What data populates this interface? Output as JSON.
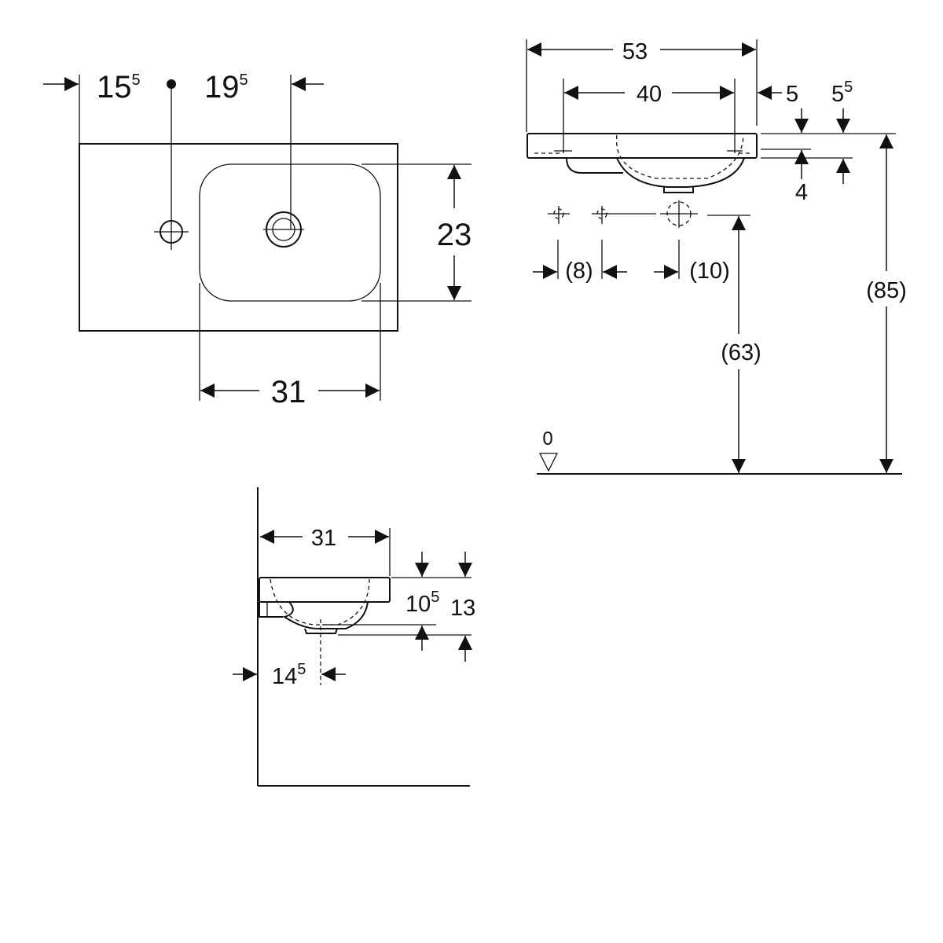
{
  "top_view": {
    "tap_offset": "15",
    "tap_offset_sup": "5",
    "drain_offset": "19",
    "drain_offset_sup": "5",
    "bowl_depth": "23",
    "bowl_width": "31"
  },
  "front_view": {
    "total_width": "53",
    "tap_spacing": "40",
    "edge_offset": "5",
    "rim_height": "5",
    "rim_height_sup": "5",
    "slab_depth": "4",
    "hole_spacing_small": "(8)",
    "hole_spacing_large": "(10)",
    "outlet_height": "(63)",
    "total_height": "(85)",
    "floor_level": "0"
  },
  "side_view": {
    "depth": "31",
    "bowl_height": "10",
    "bowl_height_sup": "5",
    "total_height": "13",
    "drain_offset": "14",
    "drain_offset_sup": "5"
  }
}
